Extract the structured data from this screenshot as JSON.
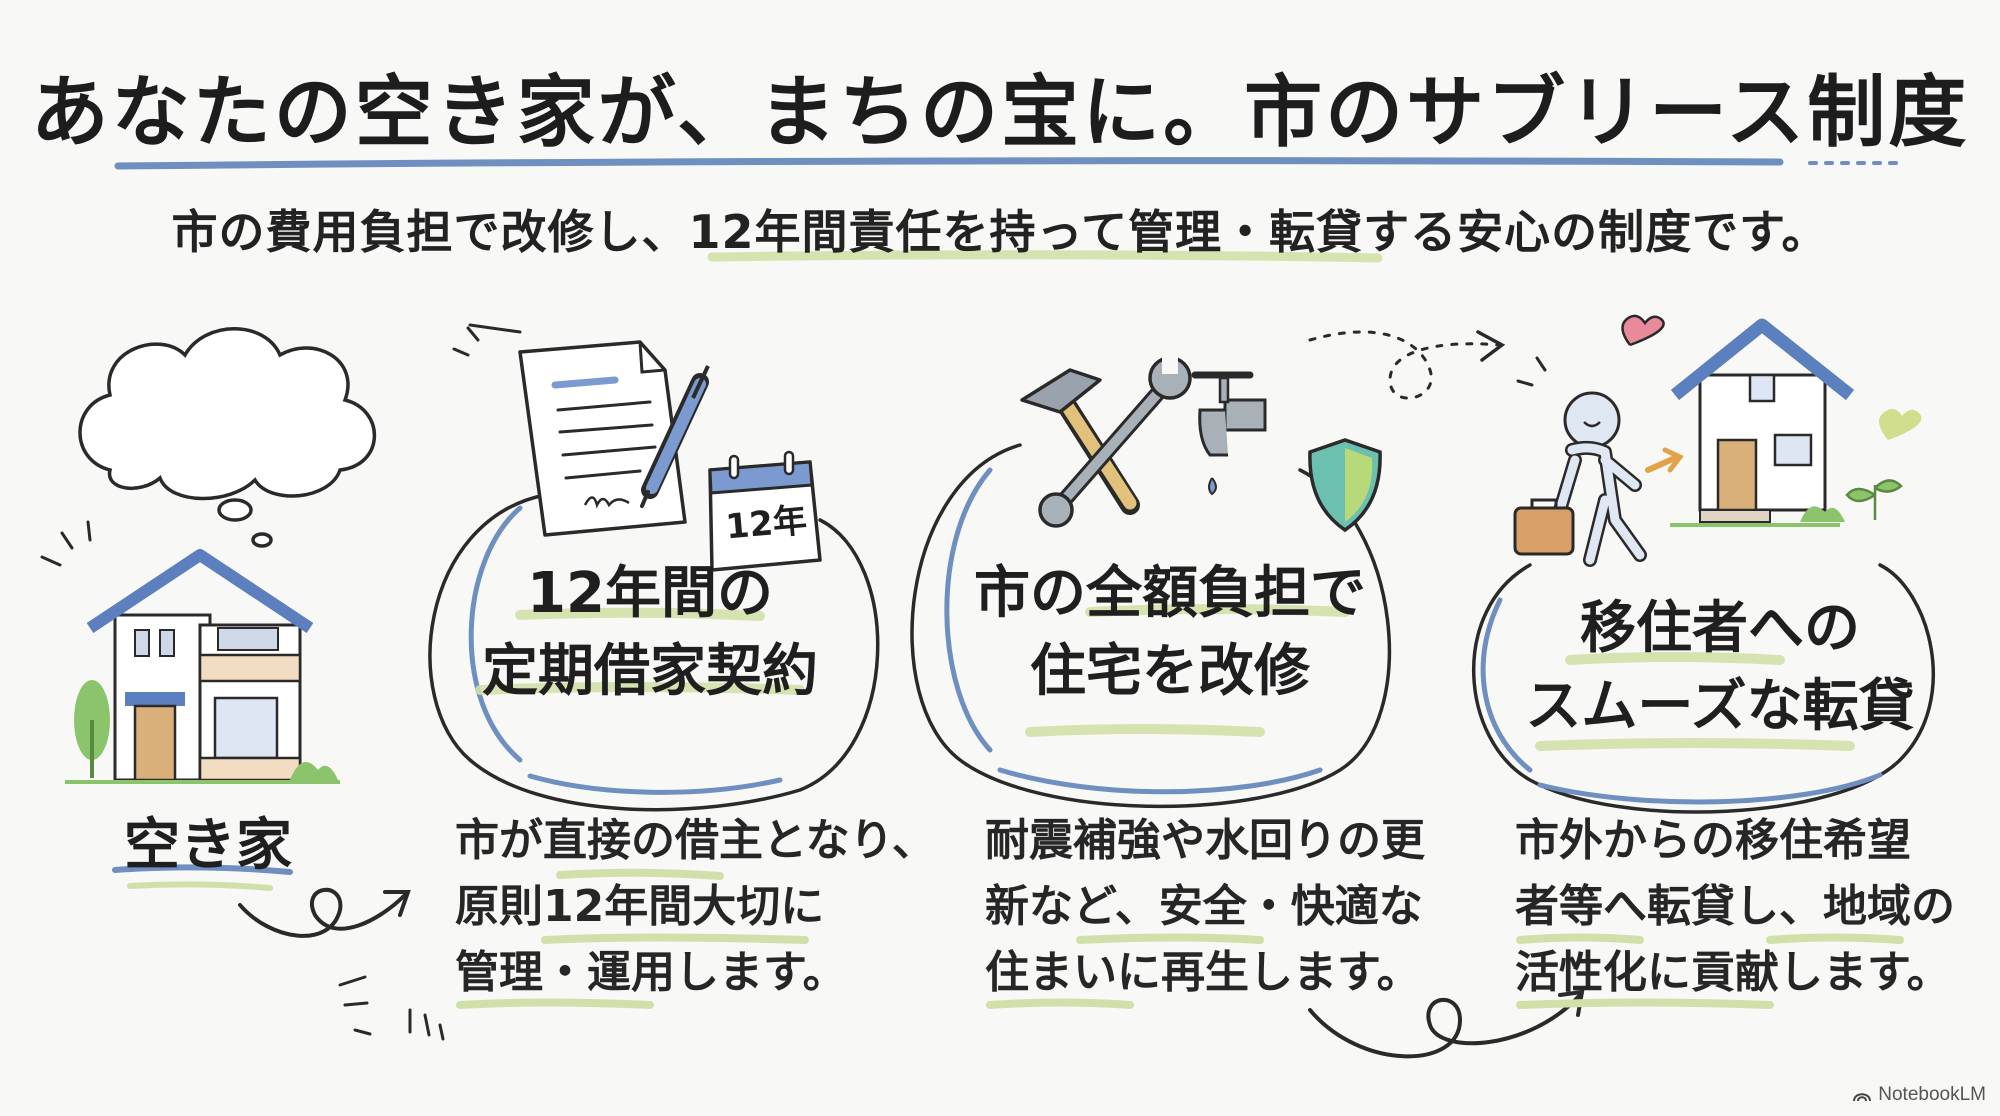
{
  "title": "あなたの空き家が、まちの宝に。市のサブリース制度",
  "subtitle": "市の費用負担で改修し、12年間責任を持って管理・転貸する安心の制度です。",
  "start": {
    "label": "空き家"
  },
  "steps": [
    {
      "heading": [
        "12年間の",
        "定期借家契約"
      ],
      "desc": [
        "市が直接の借主となり、",
        "原則12年間大切に",
        "管理・運用します。"
      ],
      "calendar_text": "12年"
    },
    {
      "heading": [
        "市の全額負担で",
        "住宅を改修"
      ],
      "desc": [
        "耐震補強や水回りの更",
        "新など、安全・快適な",
        "住まいに再生します。"
      ]
    },
    {
      "heading": [
        "移住者への",
        "スムーズな転貸"
      ],
      "desc": [
        "市外からの移住希望",
        "者等へ転貸し、地域の",
        "活性化に貢献します。"
      ]
    }
  ],
  "footer": {
    "brand": "NotebookLM",
    "logo_icon": "notebooklm-logo-icon"
  },
  "colors": {
    "blue_line": "#6f8fc0",
    "green_highlight": "#cfe0a8",
    "roof_blue": "#5b7fbf",
    "door_tan": "#d9b07a",
    "shield_teal": "#6cc0b0",
    "heart_pink": "#e88a9a",
    "tree_green": "#8cc46b"
  }
}
